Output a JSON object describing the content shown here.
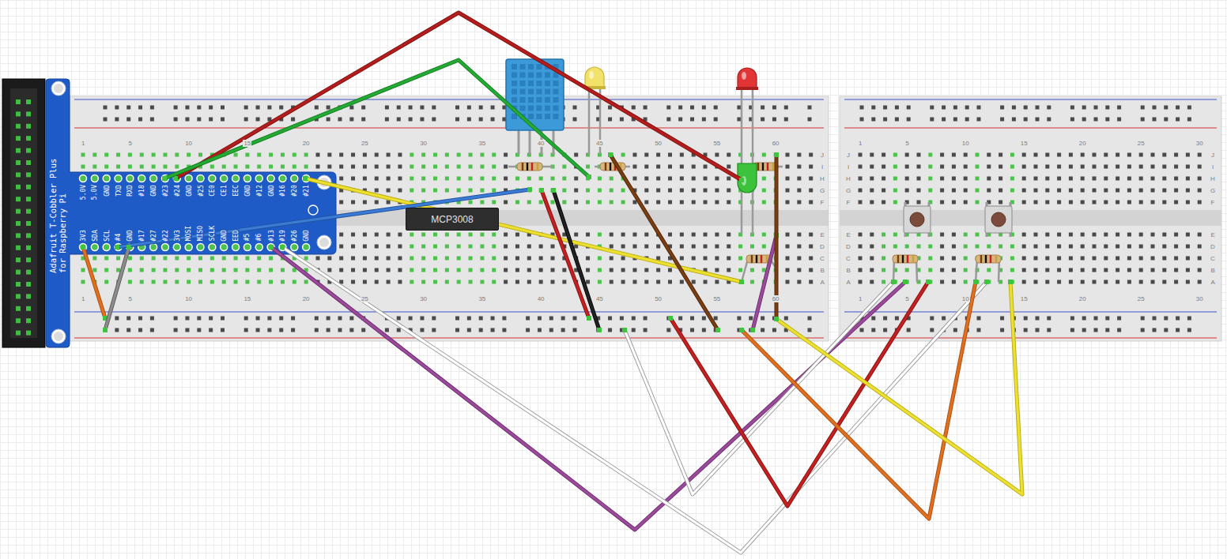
{
  "diagram": {
    "nodes": [
      {
        "text": [
          "Adafruit T-Cobbler Plus for Raspberry Pi"
        ]
      },
      {
        "text": [
          "MCP3008"
        ]
      }
    ],
    "labels": [
      "5.0V",
      "5.0V",
      "GND",
      "TXD",
      "RXD",
      "#18",
      "GND",
      "#23",
      "#24",
      "GND",
      "#25",
      "CE0",
      "CE1",
      "EEC",
      "GND",
      "#12",
      "GND",
      "#16",
      "#20",
      "#21",
      "3V3",
      "SDA",
      "SCL",
      "#4",
      "GND",
      "#17",
      "#27",
      "#22",
      "3V3",
      "MOSI",
      "MISO",
      "SCLK",
      "GND",
      "EED",
      "#5",
      "#6",
      "#13",
      "#19",
      "#26",
      "GND",
      "1",
      "5",
      "10",
      "15",
      "20",
      "25",
      "30",
      "35",
      "40",
      "45",
      "50",
      "55",
      "60",
      "1",
      "5",
      "10",
      "15",
      "20",
      "25",
      "30",
      "35",
      "40",
      "45",
      "50",
      "55",
      "60",
      "J",
      "I",
      "H",
      "G",
      "F",
      "E",
      "D",
      "C",
      "B",
      "A",
      "1",
      "5",
      "10",
      "15",
      "20",
      "25",
      "30",
      "1",
      "5",
      "10",
      "15",
      "20",
      "25",
      "30",
      "J",
      "I",
      "H",
      "G",
      "F",
      "E",
      "D",
      "C",
      "B",
      "A",
      "J",
      "I",
      "H",
      "G",
      "F",
      "E",
      "D",
      "C",
      "B",
      "A"
    ]
  }
}
